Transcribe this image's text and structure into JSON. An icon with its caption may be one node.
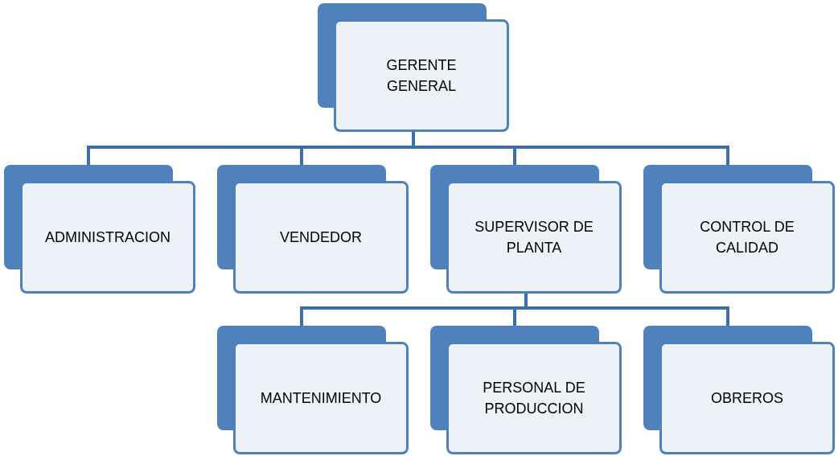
{
  "diagram": {
    "nodes": [
      {
        "text": [
          "GERENTE GENERAL"
        ]
      },
      {
        "text": [
          "ADMINISTRACION"
        ]
      },
      {
        "text": [
          "VENDEDOR"
        ]
      },
      {
        "text": [
          "SUPERVISOR DE PLANTA"
        ]
      },
      {
        "text": [
          "CONTROL DE CALIDAD"
        ]
      },
      {
        "text": [
          "MANTENIMIENTO"
        ]
      },
      {
        "text": [
          "PERSONAL DE PRODUCCION"
        ]
      },
      {
        "text": [
          "OBREROS"
        ]
      }
    ],
    "edges": [
      {
        "from": 0,
        "to": 1,
        "arrow": "none"
      },
      {
        "from": 0,
        "to": 2,
        "arrow": "none"
      },
      {
        "from": 0,
        "to": 3,
        "arrow": "none"
      },
      {
        "from": 0,
        "to": 4,
        "arrow": "none"
      },
      {
        "from": 3,
        "to": 5,
        "arrow": "none"
      },
      {
        "from": 3,
        "to": 6,
        "arrow": "none"
      },
      {
        "from": 3,
        "to": 7,
        "arrow": "none"
      }
    ]
  }
}
